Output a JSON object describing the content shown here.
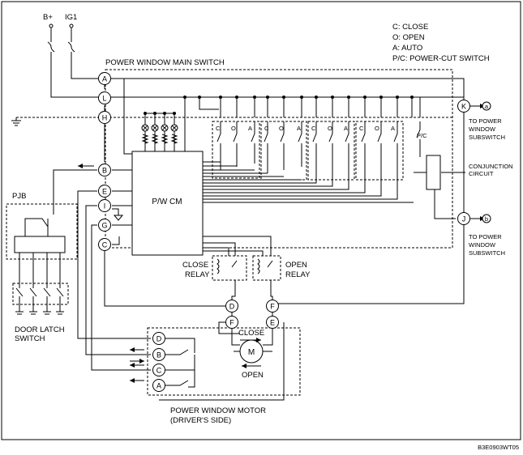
{
  "legend": {
    "close": "C: CLOSE",
    "open": "O: OPEN",
    "auto": "A: AUTO",
    "pc": "P/C: POWER-CUT SWITCH"
  },
  "supply": {
    "battery": "B+",
    "ignition": "IG1"
  },
  "main_switch": {
    "title": "POWER WINDOW MAIN SWITCH",
    "pins": [
      "A",
      "L",
      "H",
      "B",
      "E",
      "I",
      "G",
      "C",
      "K",
      "J"
    ],
    "switch_marks": {
      "close": "C",
      "open": "O",
      "auto": "A",
      "pc": "P/C"
    }
  },
  "module": {
    "label": "P/W CM"
  },
  "relays": {
    "close": [
      "CLOSE",
      "RELAY"
    ],
    "open": [
      "OPEN",
      "RELAY"
    ]
  },
  "relay_pins": [
    "D",
    "F"
  ],
  "conjunction": [
    "CONJUNCTION",
    "CIRCUIT"
  ],
  "outputs": [
    {
      "marker": "a",
      "text": [
        "TO POWER",
        "WINDOW",
        "SUBSWITCH"
      ]
    },
    {
      "marker": "b",
      "text": [
        "TO POWER",
        "WINDOW",
        "SUBSWITCH"
      ]
    }
  ],
  "pjb": {
    "label": "PJB"
  },
  "door_latch": [
    "DOOR LATCH",
    "SWITCH"
  ],
  "motor": {
    "symbol": "M",
    "close_label": "CLOSE",
    "open_label": "OPEN",
    "pins_top": [
      "F",
      "E"
    ],
    "pins_side": [
      "D",
      "B",
      "C",
      "A"
    ],
    "title": [
      "POWER WINDOW MOTOR",
      "(DRIVER'S SIDE)"
    ]
  },
  "code": "B3E0903WT05"
}
